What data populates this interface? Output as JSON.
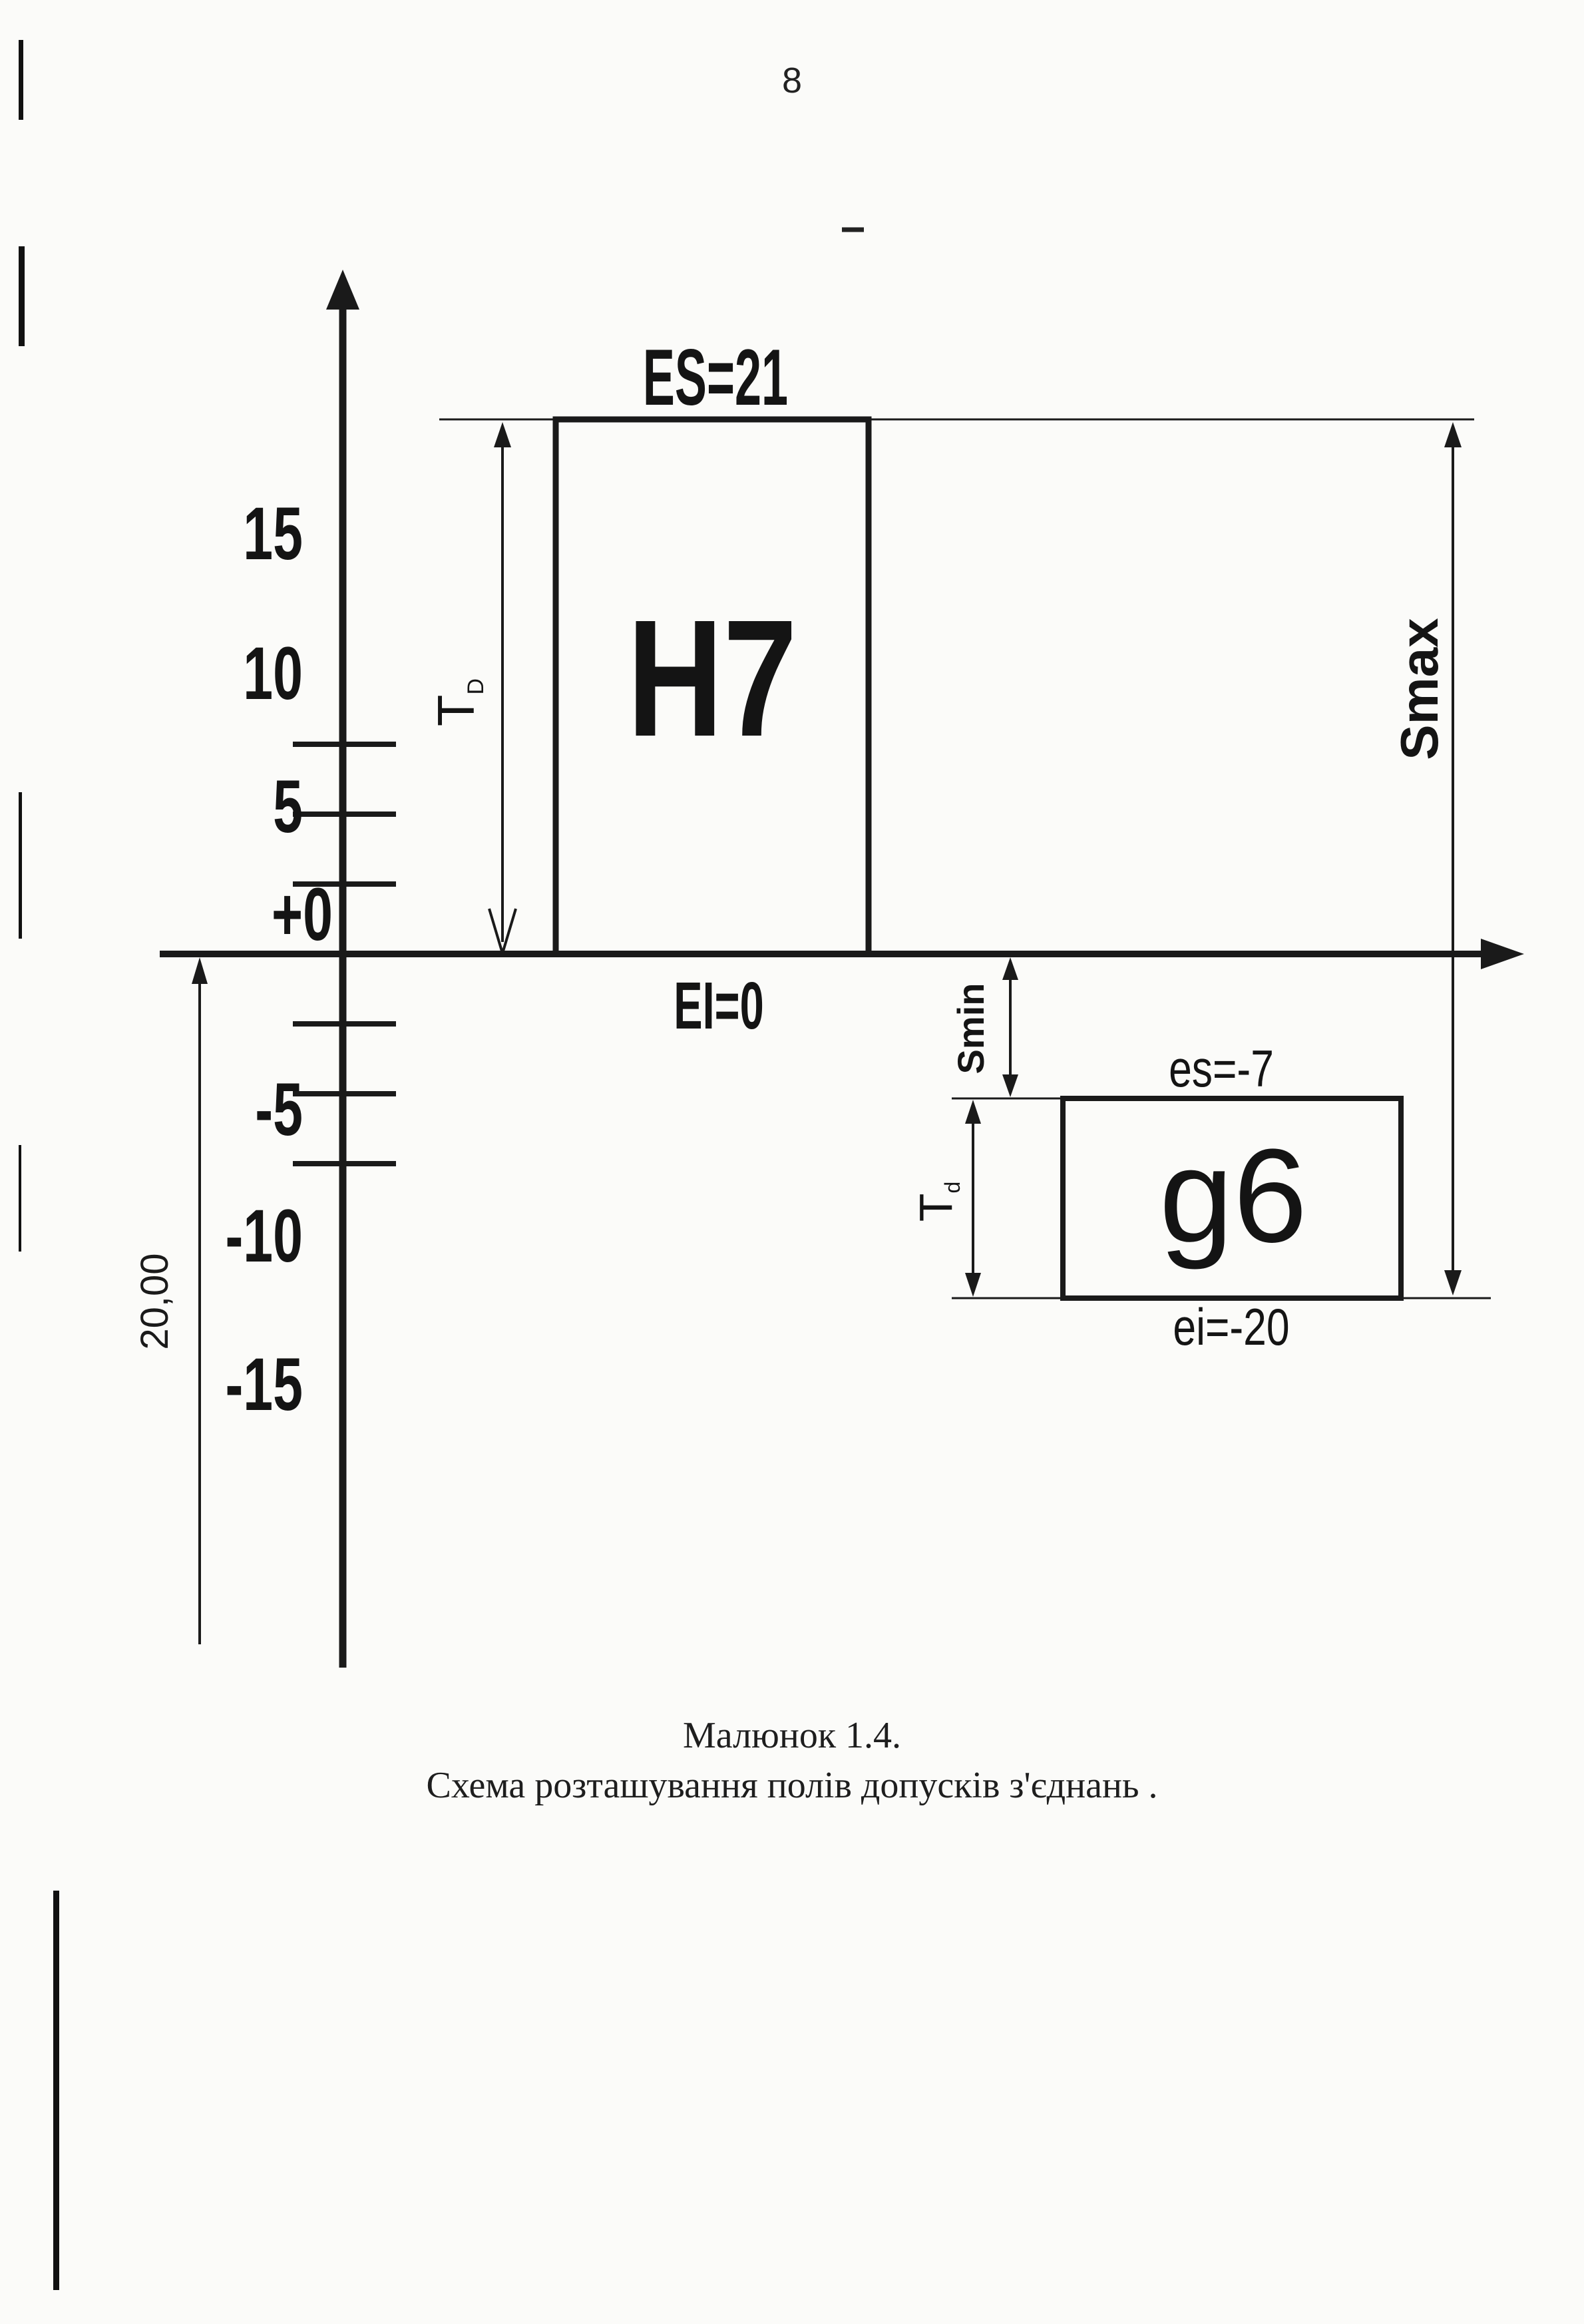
{
  "page": {
    "number": "8"
  },
  "axis": {
    "ticks": [
      {
        "label": "15",
        "value": 15
      },
      {
        "label": "10",
        "value": 10
      },
      {
        "label": "5",
        "value": 5
      },
      {
        "label": "+0",
        "value": 0
      },
      {
        "label": "-5",
        "value": -5
      },
      {
        "label": "-10",
        "value": -10
      },
      {
        "label": "-15",
        "value": -15
      }
    ],
    "dimension_label": "20,00"
  },
  "hole_field": {
    "name": "H7",
    "upper_label": "ES=21",
    "lower_label": "EI=0",
    "upper": 21,
    "lower": 0,
    "tolerance_label": "T",
    "tolerance_sub": "D"
  },
  "shaft_field": {
    "name": "g6",
    "upper_label": "es=-7",
    "lower_label": "ei=-20",
    "upper": -7,
    "lower": -20,
    "tolerance_label": "T",
    "tolerance_sub": "d"
  },
  "clearances": {
    "max_label": "Smax",
    "min_label": "Smin"
  },
  "caption": {
    "label": "Малюнок 1.4.",
    "text": "Схема розташування полів допусків   з'єднань  ."
  }
}
